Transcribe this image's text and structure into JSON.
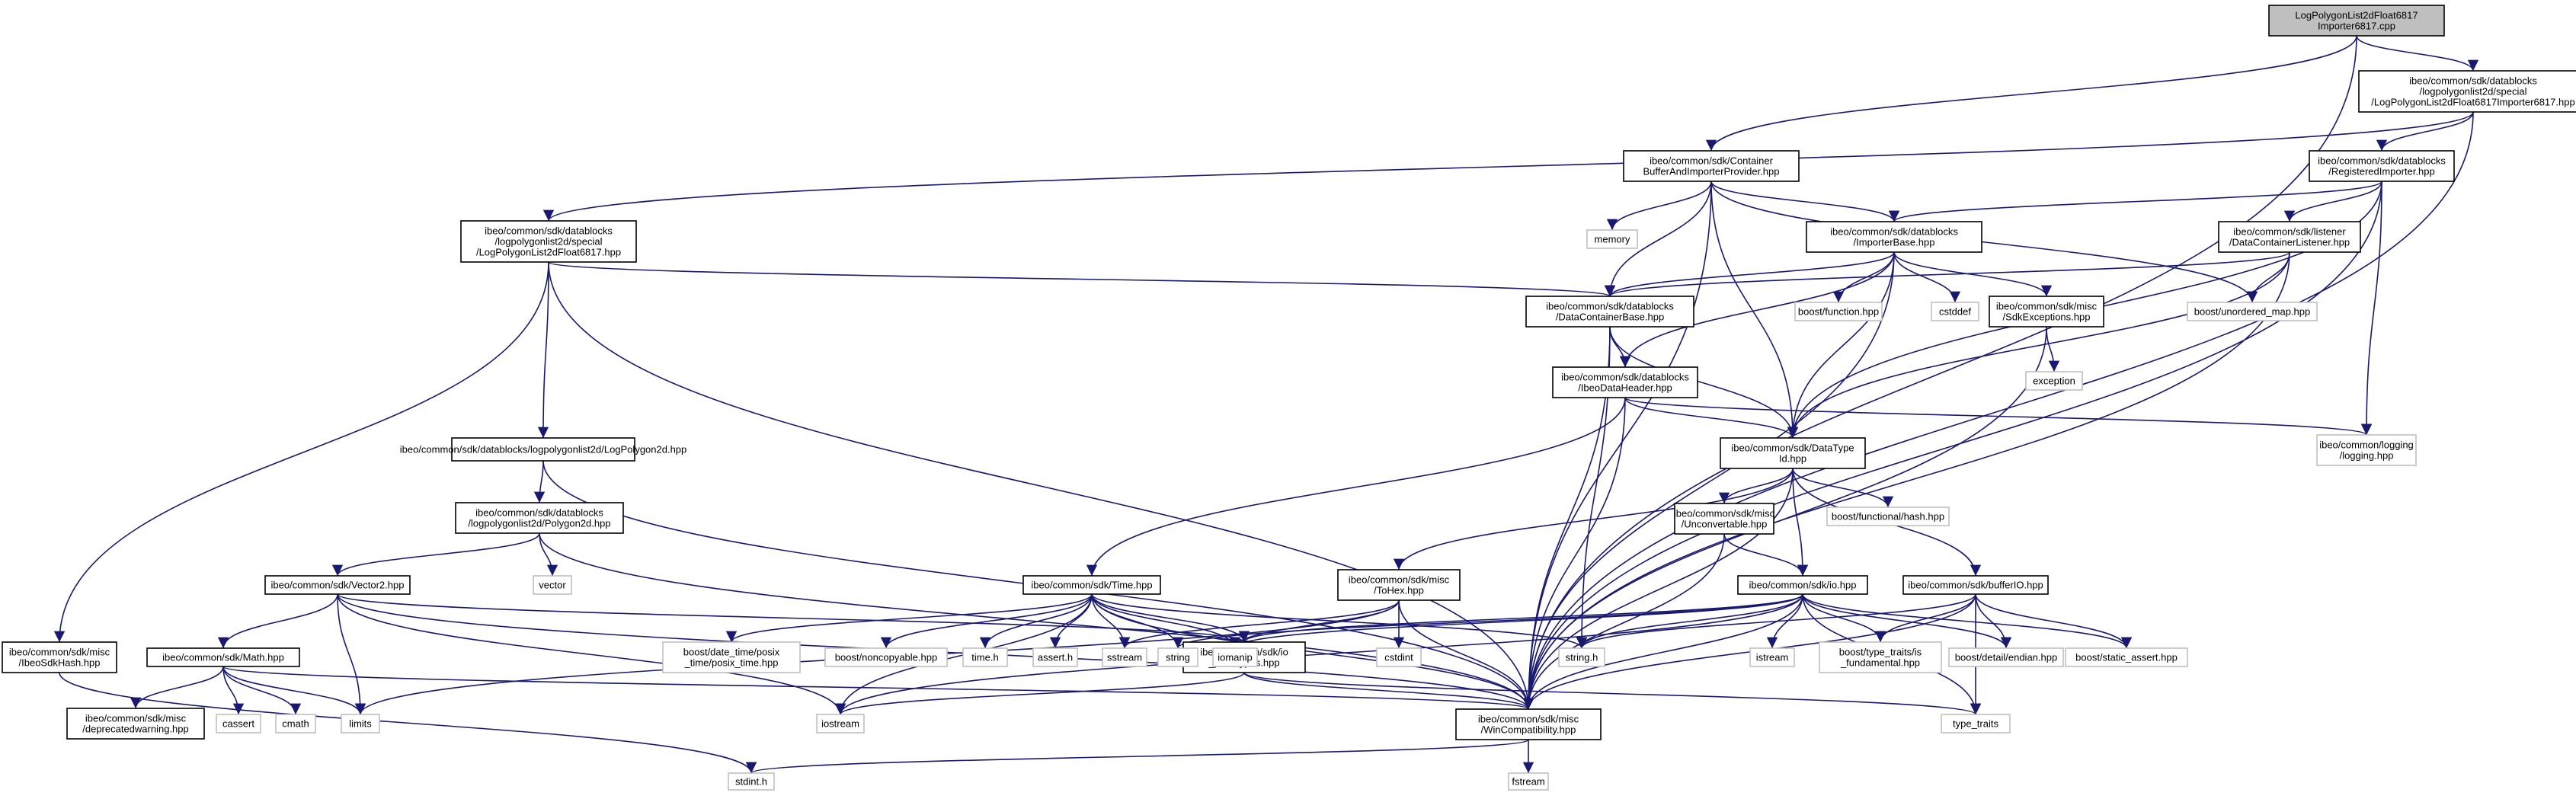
{
  "diagram": {
    "edge_color": "#191970",
    "root_fill": "#bfbfbf",
    "leaf_border": "#bfbfbf",
    "nodes": [
      {
        "id": "root",
        "lines": [
          "LogPolygonList2dFloat6817",
          "Importer6817.cpp"
        ],
        "kind": "root"
      },
      {
        "id": "importer_hpp",
        "lines": [
          "ibeo/common/sdk/datablocks",
          "/logpolygonlist2d/special",
          "/LogPolygonList2dFloat6817Importer6817.hpp"
        ],
        "kind": "normal"
      },
      {
        "id": "container_buffer",
        "lines": [
          "ibeo/common/sdk/Container",
          "BufferAndImporterProvider.hpp"
        ],
        "kind": "normal"
      },
      {
        "id": "registered_importer",
        "lines": [
          "ibeo/common/sdk/datablocks",
          "/RegisteredImporter.hpp"
        ],
        "kind": "normal"
      },
      {
        "id": "lplf6817",
        "lines": [
          "ibeo/common/sdk/datablocks",
          "/logpolygonlist2d/special",
          "/LogPolygonList2dFloat6817.hpp"
        ],
        "kind": "normal"
      },
      {
        "id": "memory",
        "lines": [
          "memory"
        ],
        "kind": "leaf"
      },
      {
        "id": "importer_base",
        "lines": [
          "ibeo/common/sdk/datablocks",
          "/ImporterBase.hpp"
        ],
        "kind": "normal"
      },
      {
        "id": "dc_listener",
        "lines": [
          "ibeo/common/sdk/listener",
          "/DataContainerListener.hpp"
        ],
        "kind": "normal"
      },
      {
        "id": "dc_base",
        "lines": [
          "ibeo/common/sdk/datablocks",
          "/DataContainerBase.hpp"
        ],
        "kind": "normal"
      },
      {
        "id": "boost_function",
        "lines": [
          "boost/function.hpp"
        ],
        "kind": "leaf"
      },
      {
        "id": "cstddef",
        "lines": [
          "cstddef"
        ],
        "kind": "leaf"
      },
      {
        "id": "sdk_exceptions",
        "lines": [
          "ibeo/common/sdk/misc",
          "/SdkExceptions.hpp"
        ],
        "kind": "normal"
      },
      {
        "id": "boost_unordered",
        "lines": [
          "boost/unordered_map.hpp"
        ],
        "kind": "leaf"
      },
      {
        "id": "exception",
        "lines": [
          "exception"
        ],
        "kind": "leaf"
      },
      {
        "id": "ibeo_data_header",
        "lines": [
          "ibeo/common/sdk/datablocks",
          "/IbeoDataHeader.hpp"
        ],
        "kind": "normal"
      },
      {
        "id": "datatype_id",
        "lines": [
          "ibeo/common/sdk/DataType",
          "Id.hpp"
        ],
        "kind": "normal"
      },
      {
        "id": "logging",
        "lines": [
          "ibeo/common/logging",
          "/logging.hpp"
        ],
        "kind": "leaf"
      },
      {
        "id": "logpolygon2d",
        "lines": [
          "ibeo/common/sdk/datablocks/logpolygonlist2d/LogPolygon2d.hpp"
        ],
        "kind": "normal"
      },
      {
        "id": "polygon2d",
        "lines": [
          "ibeo/common/sdk/datablocks",
          "/logpolygonlist2d/Polygon2d.hpp"
        ],
        "kind": "normal"
      },
      {
        "id": "vector",
        "lines": [
          "vector"
        ],
        "kind": "leaf"
      },
      {
        "id": "unconvertable",
        "lines": [
          "ibeo/common/sdk/misc",
          "/Unconvertable.hpp"
        ],
        "kind": "normal"
      },
      {
        "id": "boost_functional_hash",
        "lines": [
          "boost/functional/hash.hpp"
        ],
        "kind": "leaf"
      },
      {
        "id": "vector2",
        "lines": [
          "ibeo/common/sdk/Vector2.hpp"
        ],
        "kind": "normal"
      },
      {
        "id": "time_hpp",
        "lines": [
          "ibeo/common/sdk/Time.hpp"
        ],
        "kind": "normal"
      },
      {
        "id": "tohex",
        "lines": [
          "ibeo/common/sdk/misc",
          "/ToHex.hpp"
        ],
        "kind": "normal"
      },
      {
        "id": "io_hpp",
        "lines": [
          "ibeo/common/sdk/io.hpp"
        ],
        "kind": "normal"
      },
      {
        "id": "bufferio",
        "lines": [
          "ibeo/common/sdk/bufferIO.hpp"
        ],
        "kind": "normal"
      },
      {
        "id": "ibeo_sdk_hash",
        "lines": [
          "ibeo/common/sdk/misc",
          "/IbeoSdkHash.hpp"
        ],
        "kind": "normal"
      },
      {
        "id": "math_hpp",
        "lines": [
          "ibeo/common/sdk/Math.hpp"
        ],
        "kind": "normal"
      },
      {
        "id": "boost_posix",
        "lines": [
          "boost/date_time/posix",
          "_time/posix_time.hpp"
        ],
        "kind": "leaf"
      },
      {
        "id": "boost_noncopyable",
        "lines": [
          "boost/noncopyable.hpp"
        ],
        "kind": "leaf"
      },
      {
        "id": "time_h",
        "lines": [
          "time.h"
        ],
        "kind": "leaf"
      },
      {
        "id": "assert_h",
        "lines": [
          "assert.h"
        ],
        "kind": "leaf"
      },
      {
        "id": "io_prototypes",
        "lines": [
          "ibeo/common/sdk/io",
          "_prototypes.hpp"
        ],
        "kind": "normal"
      },
      {
        "id": "sstream",
        "lines": [
          "sstream"
        ],
        "kind": "leaf"
      },
      {
        "id": "string",
        "lines": [
          "string"
        ],
        "kind": "leaf"
      },
      {
        "id": "iomanip",
        "lines": [
          "iomanip"
        ],
        "kind": "leaf"
      },
      {
        "id": "cstdint",
        "lines": [
          "cstdint"
        ],
        "kind": "leaf"
      },
      {
        "id": "string_h",
        "lines": [
          "string.h"
        ],
        "kind": "leaf"
      },
      {
        "id": "istream",
        "lines": [
          "istream"
        ],
        "kind": "leaf"
      },
      {
        "id": "boost_type_traits",
        "lines": [
          "boost/type_traits/is",
          "_fundamental.hpp"
        ],
        "kind": "leaf"
      },
      {
        "id": "boost_endian",
        "lines": [
          "boost/detail/endian.hpp"
        ],
        "kind": "leaf"
      },
      {
        "id": "boost_static_assert",
        "lines": [
          "boost/static_assert.hpp"
        ],
        "kind": "leaf"
      },
      {
        "id": "deprecated_warning",
        "lines": [
          "ibeo/common/sdk/misc",
          "/deprecatedwarning.hpp"
        ],
        "kind": "normal"
      },
      {
        "id": "cassert",
        "lines": [
          "cassert"
        ],
        "kind": "leaf"
      },
      {
        "id": "cmath",
        "lines": [
          "cmath"
        ],
        "kind": "leaf"
      },
      {
        "id": "limits",
        "lines": [
          "limits"
        ],
        "kind": "leaf"
      },
      {
        "id": "iostream",
        "lines": [
          "iostream"
        ],
        "kind": "leaf"
      },
      {
        "id": "win_compat",
        "lines": [
          "ibeo/common/sdk/misc",
          "/WinCompatibility.hpp"
        ],
        "kind": "normal"
      },
      {
        "id": "type_traits",
        "lines": [
          "type_traits"
        ],
        "kind": "leaf"
      },
      {
        "id": "stdint_h",
        "lines": [
          "stdint.h"
        ],
        "kind": "leaf"
      },
      {
        "id": "fstream",
        "lines": [
          "fstream"
        ],
        "kind": "leaf"
      }
    ],
    "edges": [
      [
        "root",
        "importer_hpp"
      ],
      [
        "root",
        "container_buffer"
      ],
      [
        "root",
        "win_compat"
      ],
      [
        "importer_hpp",
        "registered_importer"
      ],
      [
        "importer_hpp",
        "lplf6817"
      ],
      [
        "importer_hpp",
        "win_compat"
      ],
      [
        "container_buffer",
        "memory"
      ],
      [
        "container_buffer",
        "importer_base"
      ],
      [
        "container_buffer",
        "dc_base"
      ],
      [
        "container_buffer",
        "datatype_id"
      ],
      [
        "container_buffer",
        "boost_unordered"
      ],
      [
        "container_buffer",
        "win_compat"
      ],
      [
        "registered_importer",
        "importer_base"
      ],
      [
        "registered_importer",
        "dc_listener"
      ],
      [
        "registered_importer",
        "datatype_id"
      ],
      [
        "registered_importer",
        "logging"
      ],
      [
        "registered_importer",
        "win_compat"
      ],
      [
        "lplf6817",
        "dc_base"
      ],
      [
        "lplf6817",
        "logpolygon2d"
      ],
      [
        "lplf6817",
        "ibeo_sdk_hash"
      ],
      [
        "lplf6817",
        "win_compat"
      ],
      [
        "importer_base",
        "dc_base"
      ],
      [
        "importer_base",
        "boost_function"
      ],
      [
        "importer_base",
        "cstddef"
      ],
      [
        "importer_base",
        "sdk_exceptions"
      ],
      [
        "importer_base",
        "ibeo_data_header"
      ],
      [
        "importer_base",
        "datatype_id"
      ],
      [
        "importer_base",
        "win_compat"
      ],
      [
        "dc_listener",
        "dc_base"
      ],
      [
        "dc_listener",
        "boost_unordered"
      ],
      [
        "dc_listener",
        "datatype_id"
      ],
      [
        "dc_listener",
        "win_compat"
      ],
      [
        "dc_base",
        "ibeo_data_header"
      ],
      [
        "dc_base",
        "datatype_id"
      ],
      [
        "dc_base",
        "string_h"
      ],
      [
        "dc_base",
        "win_compat"
      ],
      [
        "sdk_exceptions",
        "exception"
      ],
      [
        "sdk_exceptions",
        "win_compat"
      ],
      [
        "ibeo_data_header",
        "datatype_id"
      ],
      [
        "ibeo_data_header",
        "time_hpp"
      ],
      [
        "ibeo_data_header",
        "logging"
      ],
      [
        "ibeo_data_header",
        "win_compat"
      ],
      [
        "datatype_id",
        "unconvertable"
      ],
      [
        "datatype_id",
        "boost_functional_hash"
      ],
      [
        "datatype_id",
        "tohex"
      ],
      [
        "datatype_id",
        "io_hpp"
      ],
      [
        "datatype_id",
        "bufferio"
      ],
      [
        "datatype_id",
        "win_compat"
      ],
      [
        "logpolygon2d",
        "polygon2d"
      ],
      [
        "logpolygon2d",
        "win_compat"
      ],
      [
        "polygon2d",
        "vector2"
      ],
      [
        "polygon2d",
        "vector"
      ],
      [
        "polygon2d",
        "win_compat"
      ],
      [
        "unconvertable",
        "io_hpp"
      ],
      [
        "unconvertable",
        "win_compat"
      ],
      [
        "vector2",
        "math_hpp"
      ],
      [
        "vector2",
        "io_prototypes"
      ],
      [
        "vector2",
        "limits"
      ],
      [
        "vector2",
        "iostream"
      ],
      [
        "vector2",
        "win_compat"
      ],
      [
        "time_hpp",
        "boost_posix"
      ],
      [
        "time_hpp",
        "boost_noncopyable"
      ],
      [
        "time_hpp",
        "time_h"
      ],
      [
        "time_hpp",
        "assert_h"
      ],
      [
        "time_hpp",
        "io_prototypes"
      ],
      [
        "time_hpp",
        "sstream"
      ],
      [
        "time_hpp",
        "string"
      ],
      [
        "time_hpp",
        "iomanip"
      ],
      [
        "time_hpp",
        "string_h"
      ],
      [
        "time_hpp",
        "iostream"
      ],
      [
        "time_hpp",
        "win_compat"
      ],
      [
        "tohex",
        "sstream"
      ],
      [
        "tohex",
        "iomanip"
      ],
      [
        "tohex",
        "cstdint"
      ],
      [
        "tohex",
        "limits"
      ],
      [
        "tohex",
        "win_compat"
      ],
      [
        "io_hpp",
        "io_prototypes"
      ],
      [
        "io_hpp",
        "string"
      ],
      [
        "io_hpp",
        "iomanip"
      ],
      [
        "io_hpp",
        "string_h"
      ],
      [
        "io_hpp",
        "istream"
      ],
      [
        "io_hpp",
        "boost_type_traits"
      ],
      [
        "io_hpp",
        "boost_endian"
      ],
      [
        "io_hpp",
        "boost_static_assert"
      ],
      [
        "io_hpp",
        "iostream"
      ],
      [
        "io_hpp",
        "type_traits"
      ],
      [
        "io_hpp",
        "win_compat"
      ],
      [
        "bufferio",
        "string_h"
      ],
      [
        "bufferio",
        "boost_type_traits"
      ],
      [
        "bufferio",
        "boost_endian"
      ],
      [
        "bufferio",
        "boost_static_assert"
      ],
      [
        "bufferio",
        "type_traits"
      ],
      [
        "bufferio",
        "win_compat"
      ],
      [
        "ibeo_sdk_hash",
        "stdint_h"
      ],
      [
        "math_hpp",
        "deprecated_warning"
      ],
      [
        "math_hpp",
        "cassert"
      ],
      [
        "math_hpp",
        "cmath"
      ],
      [
        "math_hpp",
        "limits"
      ],
      [
        "math_hpp",
        "win_compat"
      ],
      [
        "io_prototypes",
        "iostream"
      ],
      [
        "io_prototypes",
        "win_compat"
      ],
      [
        "io_prototypes",
        "type_traits"
      ],
      [
        "win_compat",
        "stdint_h"
      ],
      [
        "win_compat",
        "fstream"
      ]
    ]
  }
}
